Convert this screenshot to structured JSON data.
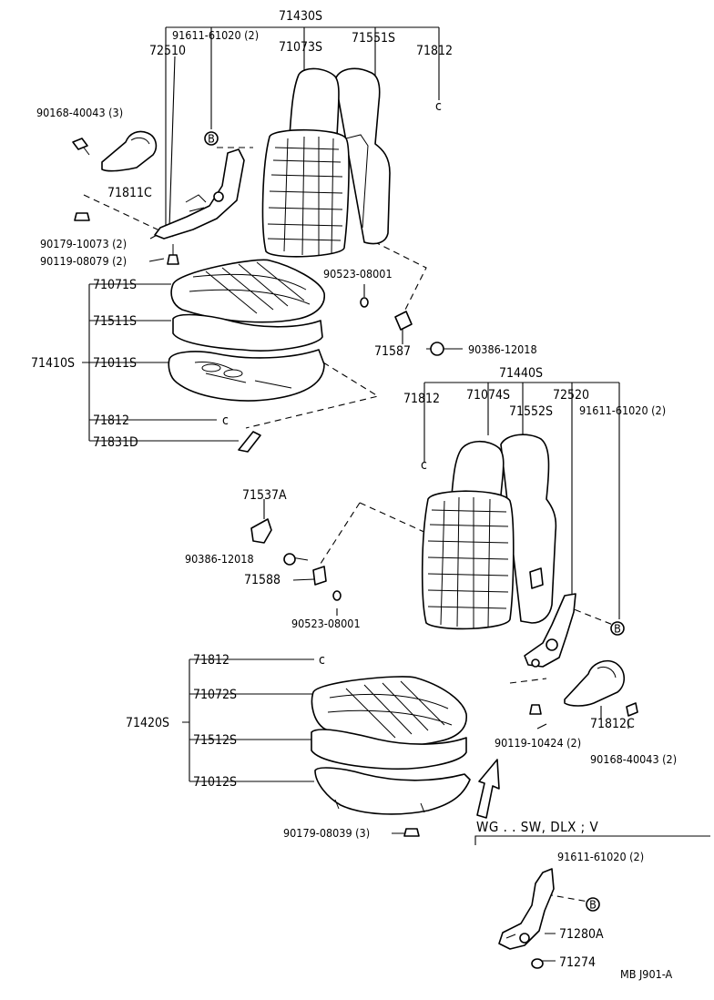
{
  "labels": {
    "l71430S": "71430S",
    "l91611_61020_a": "91611-61020 (2)",
    "l71073S": "71073S",
    "l71551S": "71551S",
    "l72510": "72510",
    "l71812_a": "71812",
    "l90168_40043_a": "90168-40043 (3)",
    "l71811C": "71811C",
    "l90179_10073": "90179-10073 (2)",
    "l90119_08079": "90119-08079 (2)",
    "l90523_08001_a": "90523-08001",
    "l71071S": "71071S",
    "l71511S": "71511S",
    "l71410S": "71410S",
    "l71011S": "71011S",
    "l71587": "71587",
    "l90386_12018_a": "90386-12018",
    "l71440S": "71440S",
    "l71812_b": "71812",
    "l71074S": "71074S",
    "l72520": "72520",
    "l71552S": "71552S",
    "l91611_61020_b": "91611-61020 (2)",
    "l71812_c": "71812",
    "l71831D": "71831D",
    "l71537A": "71537A",
    "l90386_12018_b": "90386-12018",
    "l71588": "71588",
    "l90523_08001_b": "90523-08001",
    "l71812_d": "71812",
    "l71072S": "71072S",
    "l71420S": "71420S",
    "l71512S": "71512S",
    "l71012S": "71012S",
    "l71812C": "71812C",
    "l90119_10424": "90119-10424 (2)",
    "l90168_40043_b": "90168-40043 (2)",
    "l90179_08039": "90179-08039 (3)",
    "variant": "WG . . SW, DLX ; V",
    "l91611_61020_c": "91611-61020 (2)",
    "l71280A": "71280A",
    "l71274": "71274",
    "code": "MB  J901-A",
    "bolt_marker": "B",
    "clip_marker": "c"
  }
}
